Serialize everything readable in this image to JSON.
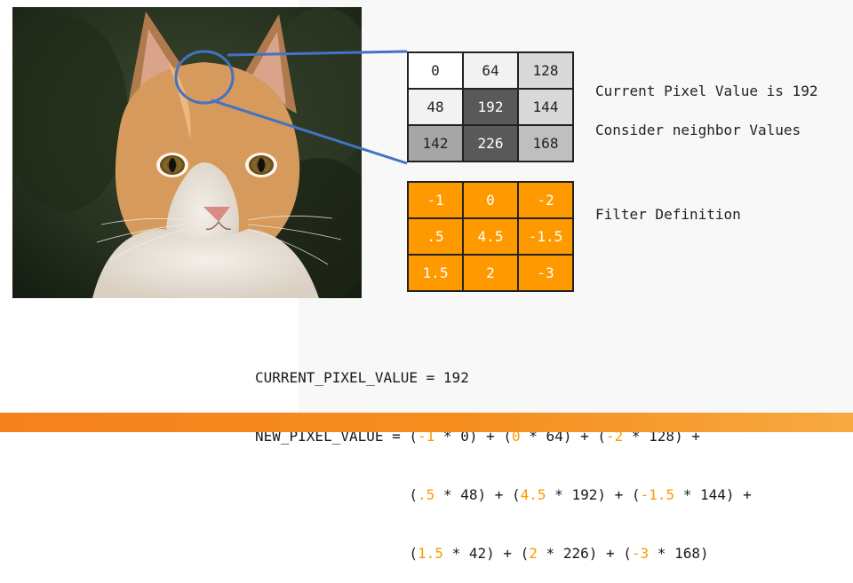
{
  "pixel_grid": [
    {
      "value": "0",
      "bg": "#ffffff",
      "fg": "#222222"
    },
    {
      "value": "64",
      "bg": "#f2f2f2",
      "fg": "#222222"
    },
    {
      "value": "128",
      "bg": "#d9d9d9",
      "fg": "#222222"
    },
    {
      "value": "48",
      "bg": "#f2f2f2",
      "fg": "#222222"
    },
    {
      "value": "192",
      "bg": "#595959",
      "fg": "#ffffff"
    },
    {
      "value": "144",
      "bg": "#d9d9d9",
      "fg": "#222222"
    },
    {
      "value": "142",
      "bg": "#a6a6a6",
      "fg": "#222222"
    },
    {
      "value": "226",
      "bg": "#595959",
      "fg": "#ffffff"
    },
    {
      "value": "168",
      "bg": "#bfbfbf",
      "fg": "#222222"
    }
  ],
  "filter_grid": [
    "-1",
    "0",
    "-2",
    ".5",
    "4.5",
    "-1.5",
    "1.5",
    "2",
    "-3"
  ],
  "labels": {
    "current": "Current Pixel Value is 192",
    "neighbors": "Consider neighbor Values",
    "filter": "Filter Definition"
  },
  "formula": {
    "line1": "CURRENT_PIXEL_VALUE = 192",
    "line2_prefix": "NEW_PIXEL_VALUE = ",
    "terms": [
      [
        "-1",
        " * 0)"
      ],
      [
        "0",
        " * 64)"
      ],
      [
        "-2",
        " * 128)"
      ],
      [
        ".5",
        " * 48)"
      ],
      [
        "4.5",
        " * 192)"
      ],
      [
        "-1.5",
        " * 144)"
      ],
      [
        "1.5",
        " * 42)"
      ],
      [
        "2",
        " * 226)"
      ],
      [
        "-3",
        " * 168)"
      ]
    ]
  },
  "colors": {
    "accent": "#ff9900",
    "callout_line": "#4472c4",
    "bar": "#f5821f"
  }
}
